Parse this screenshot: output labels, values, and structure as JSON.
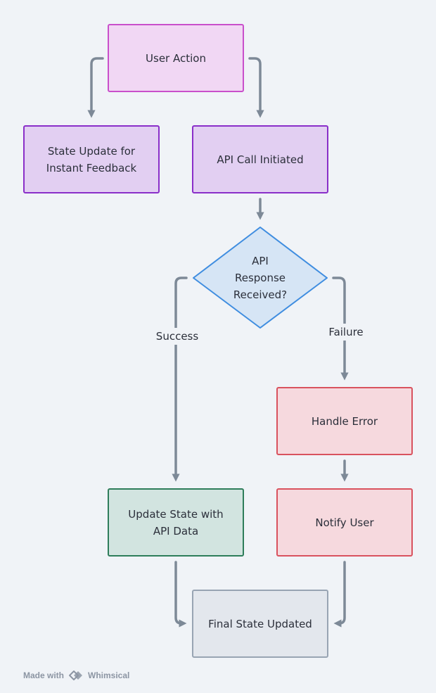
{
  "diagram": {
    "nodes": {
      "user_action": "User Action",
      "state_update": "State Update for\nInstant Feedback",
      "api_call": "API Call Initiated",
      "api_response": "API\nResponse\nReceived?",
      "handle_error": "Handle Error",
      "update_state": "Update State with\nAPI Data",
      "notify_user": "Notify User",
      "final_state": "Final State Updated"
    },
    "edge_labels": {
      "success": "Success",
      "failure": "Failure"
    }
  },
  "footer": {
    "made_with": "Made with",
    "brand": "Whimsical",
    "logo_icon": "whimsical-logo-icon"
  }
}
